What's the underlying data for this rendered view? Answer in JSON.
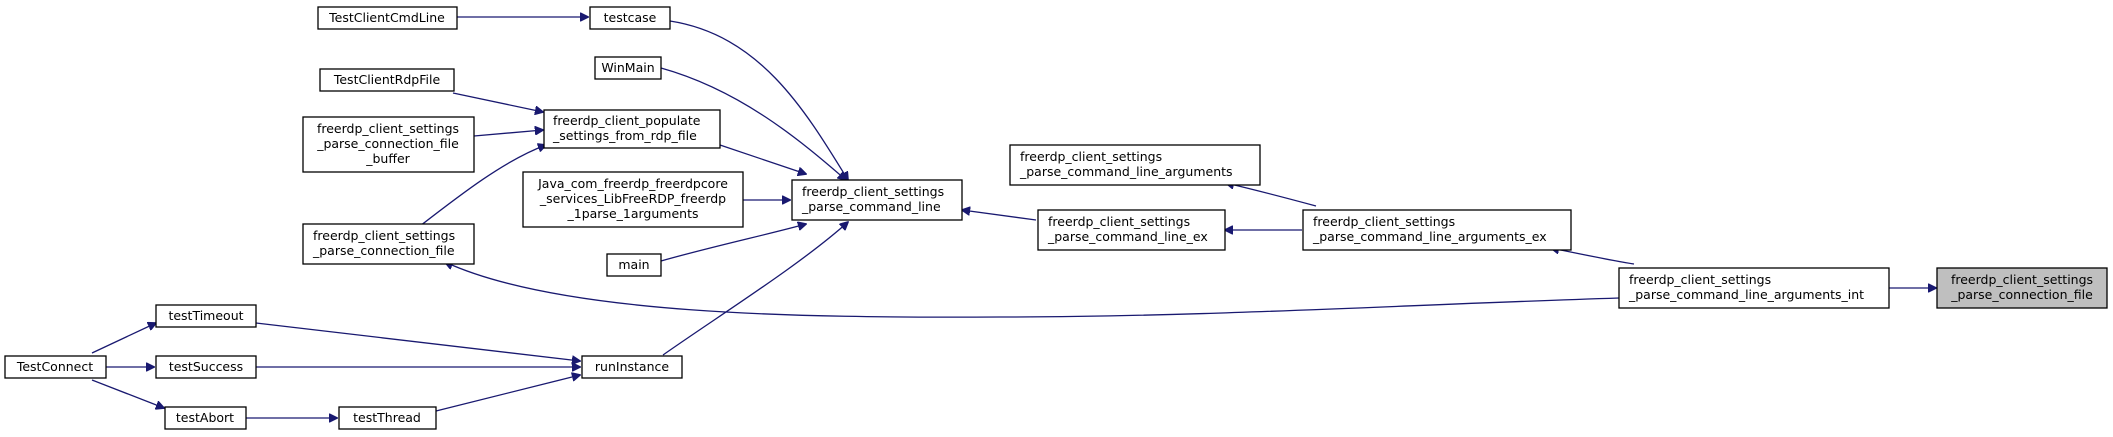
{
  "graph": {
    "nodes": {
      "focus": [
        "freerdp_client_settings",
        "_parse_connection_file"
      ],
      "argsint": [
        "freerdp_client_settings",
        "_parse_command_line_arguments_int"
      ],
      "argsex": [
        "freerdp_client_settings",
        "_parse_command_line_arguments_ex"
      ],
      "args": [
        "freerdp_client_settings",
        "_parse_command_line_arguments"
      ],
      "lineex": [
        "freerdp_client_settings",
        "_parse_command_line_ex"
      ],
      "line": [
        "freerdp_client_settings",
        "_parse_command_line"
      ],
      "testcase": [
        "testcase"
      ],
      "cmdline": [
        "TestClientCmdLine"
      ],
      "winmain": [
        "WinMain"
      ],
      "populate": [
        "freerdp_client_populate",
        "_settings_from_rdp_file"
      ],
      "rdpfile": [
        "TestClientRdpFile"
      ],
      "buffer": [
        "freerdp_client_settings",
        "_parse_connection_file",
        "_buffer"
      ],
      "connfile": [
        "freerdp_client_settings",
        "_parse_connection_file"
      ],
      "java": [
        "Java_com_freerdp_freerdpcore",
        "_services_LibFreeRDP_freerdp",
        "_1parse_1arguments"
      ],
      "main": [
        "main"
      ],
      "runinstance": [
        "runInstance"
      ],
      "timeout": [
        "testTimeout"
      ],
      "success": [
        "testSuccess"
      ],
      "abort": [
        "testAbort"
      ],
      "thread": [
        "testThread"
      ],
      "connect": [
        "TestConnect"
      ]
    }
  }
}
